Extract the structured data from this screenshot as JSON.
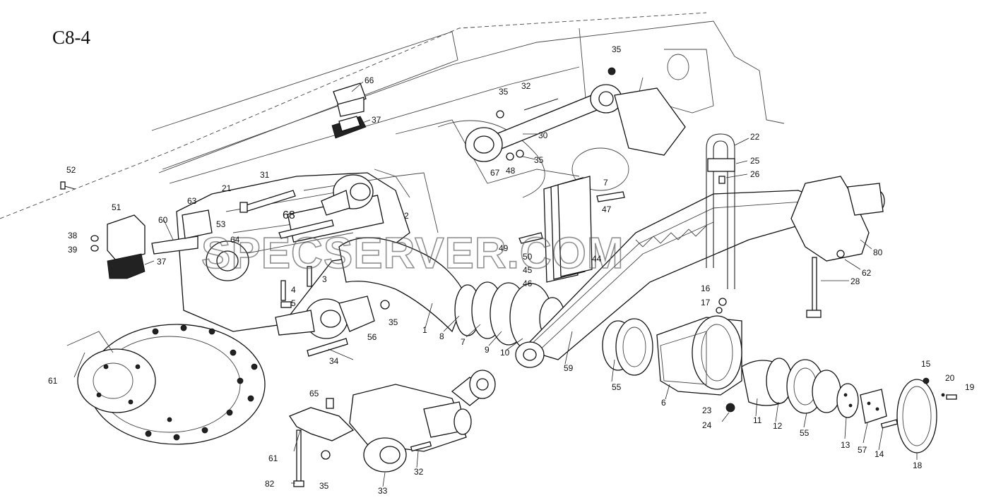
{
  "diagram": {
    "title": "C8-4",
    "watermark": "SPECSERVER.COM",
    "callouts": [
      {
        "id": "c66",
        "text": "66"
      },
      {
        "id": "c37a",
        "text": "37"
      },
      {
        "id": "c35a",
        "text": "35"
      },
      {
        "id": "c32a",
        "text": "32"
      },
      {
        "id": "c35b",
        "text": "35"
      },
      {
        "id": "c30",
        "text": "30"
      },
      {
        "id": "c67",
        "text": "67"
      },
      {
        "id": "c48",
        "text": "48"
      },
      {
        "id": "c35c",
        "text": "35"
      },
      {
        "id": "c22",
        "text": "22"
      },
      {
        "id": "c25",
        "text": "25"
      },
      {
        "id": "c26",
        "text": "26"
      },
      {
        "id": "c52",
        "text": "52"
      },
      {
        "id": "c21",
        "text": "21"
      },
      {
        "id": "c31",
        "text": "31"
      },
      {
        "id": "c7a",
        "text": "7"
      },
      {
        "id": "c47",
        "text": "47"
      },
      {
        "id": "c63",
        "text": "63"
      },
      {
        "id": "c51",
        "text": "51"
      },
      {
        "id": "c60",
        "text": "60"
      },
      {
        "id": "c53",
        "text": "53"
      },
      {
        "id": "c68",
        "text": "68"
      },
      {
        "id": "c2",
        "text": "2"
      },
      {
        "id": "c38",
        "text": "38"
      },
      {
        "id": "c39",
        "text": "39"
      },
      {
        "id": "c64",
        "text": "64"
      },
      {
        "id": "c37b",
        "text": "37"
      },
      {
        "id": "c49",
        "text": "49"
      },
      {
        "id": "c50",
        "text": "50"
      },
      {
        "id": "c45",
        "text": "45"
      },
      {
        "id": "c44",
        "text": "44"
      },
      {
        "id": "c3",
        "text": "3"
      },
      {
        "id": "c46",
        "text": "46"
      },
      {
        "id": "c4",
        "text": "4"
      },
      {
        "id": "c5",
        "text": "5"
      },
      {
        "id": "c80",
        "text": "80"
      },
      {
        "id": "c62",
        "text": "62"
      },
      {
        "id": "c28",
        "text": "28"
      },
      {
        "id": "c16",
        "text": "16"
      },
      {
        "id": "c17",
        "text": "17"
      },
      {
        "id": "c35d",
        "text": "35"
      },
      {
        "id": "c56",
        "text": "56"
      },
      {
        "id": "c1",
        "text": "1"
      },
      {
        "id": "c8",
        "text": "8"
      },
      {
        "id": "c7b",
        "text": "7"
      },
      {
        "id": "c9",
        "text": "9"
      },
      {
        "id": "c10",
        "text": "10"
      },
      {
        "id": "c59",
        "text": "59"
      },
      {
        "id": "c55a",
        "text": "55"
      },
      {
        "id": "c34",
        "text": "34"
      },
      {
        "id": "c61a",
        "text": "61"
      },
      {
        "id": "c6",
        "text": "6"
      },
      {
        "id": "c15",
        "text": "15"
      },
      {
        "id": "c20",
        "text": "20"
      },
      {
        "id": "c19",
        "text": "19"
      },
      {
        "id": "c65",
        "text": "65"
      },
      {
        "id": "c23",
        "text": "23"
      },
      {
        "id": "c24",
        "text": "24"
      },
      {
        "id": "c11",
        "text": "11"
      },
      {
        "id": "c12",
        "text": "12"
      },
      {
        "id": "c55b",
        "text": "55"
      },
      {
        "id": "c13",
        "text": "13"
      },
      {
        "id": "c57",
        "text": "57"
      },
      {
        "id": "c14",
        "text": "14"
      },
      {
        "id": "c18",
        "text": "18"
      },
      {
        "id": "c61b",
        "text": "61"
      },
      {
        "id": "c32b",
        "text": "32"
      },
      {
        "id": "c82",
        "text": "82"
      },
      {
        "id": "c35e",
        "text": "35"
      },
      {
        "id": "c33",
        "text": "33"
      }
    ]
  }
}
